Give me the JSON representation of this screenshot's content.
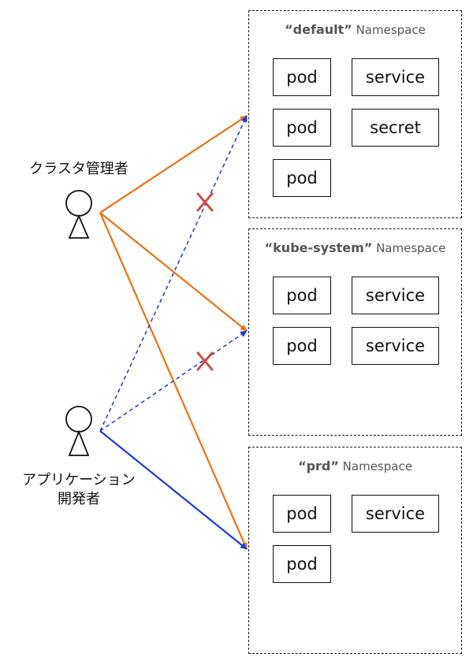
{
  "actors": {
    "admin": {
      "label": "クラスタ管理者"
    },
    "developer": {
      "label_line1": "アプリケーション",
      "label_line2": "開発者"
    }
  },
  "namespaces": [
    {
      "name": "“default”",
      "suffix": "Namespace",
      "resources": [
        "pod",
        "service",
        "pod",
        "secret",
        "pod"
      ]
    },
    {
      "name": "“kube-system”",
      "suffix": "Namespace",
      "resources": [
        "pod",
        "service",
        "pod",
        "service"
      ]
    },
    {
      "name": "“prd”",
      "suffix": "Namespace",
      "resources": [
        "pod",
        "service",
        "pod"
      ]
    }
  ],
  "colors": {
    "admin_arrow": "#f07010",
    "developer_arrow": "#1a3ad8",
    "denied_mark": "#c8504a"
  }
}
